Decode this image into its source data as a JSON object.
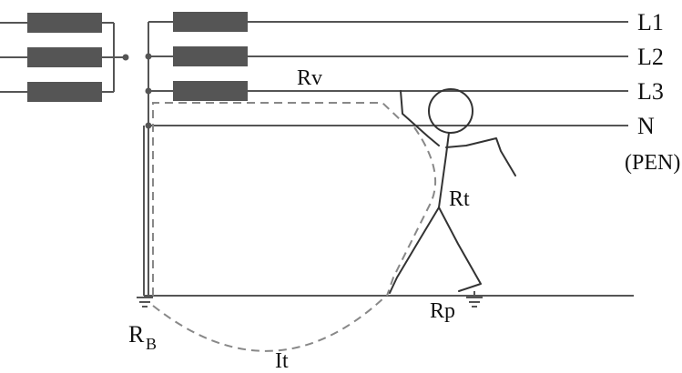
{
  "diagram": {
    "phase_labels": {
      "l1": "L1",
      "l2": "L2",
      "l3": "L3",
      "n": "N",
      "pen": "(PEN)"
    },
    "resistance_labels": {
      "rv": "Rv",
      "rt": "Rt",
      "rp": "Rp",
      "rb_main": "R",
      "rb_sub": "B"
    },
    "current_label": "It",
    "colors": {
      "line": "#555555",
      "resistor_fill": "#555555",
      "fault_path": "#888888",
      "person": "#333333",
      "text": "#111111",
      "background": "#ffffff"
    }
  }
}
